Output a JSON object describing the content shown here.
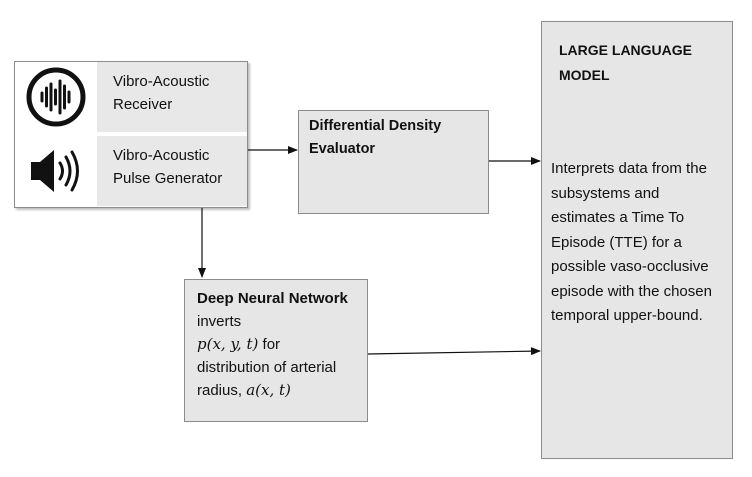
{
  "vibro_module": {
    "receiver": {
      "label": "Vibro-Acoustic Receiver",
      "icon": "sound-wave-icon"
    },
    "pulse_generator": {
      "label": "Vibro-Acoustic Pulse Generator",
      "icon": "speaker-icon"
    }
  },
  "evaluator": {
    "title": "Differential Density Evaluator"
  },
  "dnn": {
    "title": "Deep Neural Network",
    "text_after_title": " inverts",
    "math_p": "p(x, y, t)",
    "text_for": " for",
    "text_distribution": "distribution of arterial",
    "text_radius": "radius, ",
    "math_a": "a(x, t)"
  },
  "llm": {
    "title": "LARGE LANGUAGE MODEL",
    "description": "Interprets data from the subsystems and estimates a Time To Episode (TTE) for a possible vaso-occlusive episode with the chosen temporal upper-bound."
  },
  "colors": {
    "box_fill": "#e6e6e6",
    "box_border": "#8c8c8c",
    "arrow": "#111111"
  }
}
